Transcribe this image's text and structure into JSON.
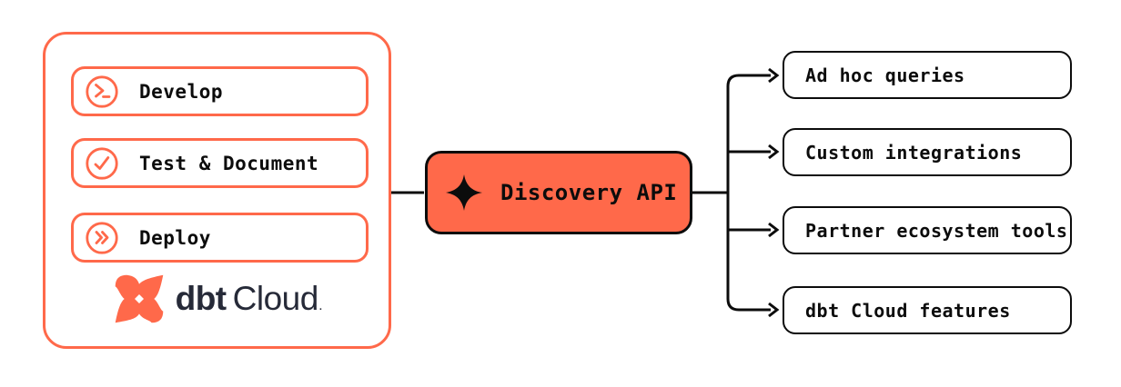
{
  "colors": {
    "coral": "#FF694A",
    "navy": "#262A38",
    "ink": "#0C0C0C",
    "background": "#FFFFFF"
  },
  "left_panel": {
    "items": [
      {
        "label": "Develop",
        "icon": "terminal-prompt-icon"
      },
      {
        "label": "Test & Document",
        "icon": "check-circle-icon"
      },
      {
        "label": "Deploy",
        "icon": "deploy-chevrons-icon"
      }
    ],
    "logo": {
      "brand_bold": "dbt",
      "brand_regular": "Cloud",
      "trademark_dot": "."
    }
  },
  "center_node": {
    "label": "Discovery API",
    "icon": "sparkle-icon"
  },
  "right_nodes": [
    {
      "label": "Ad hoc queries"
    },
    {
      "label": "Custom integrations"
    },
    {
      "label": "Partner ecosystem tools"
    },
    {
      "label": "dbt Cloud features"
    }
  ]
}
